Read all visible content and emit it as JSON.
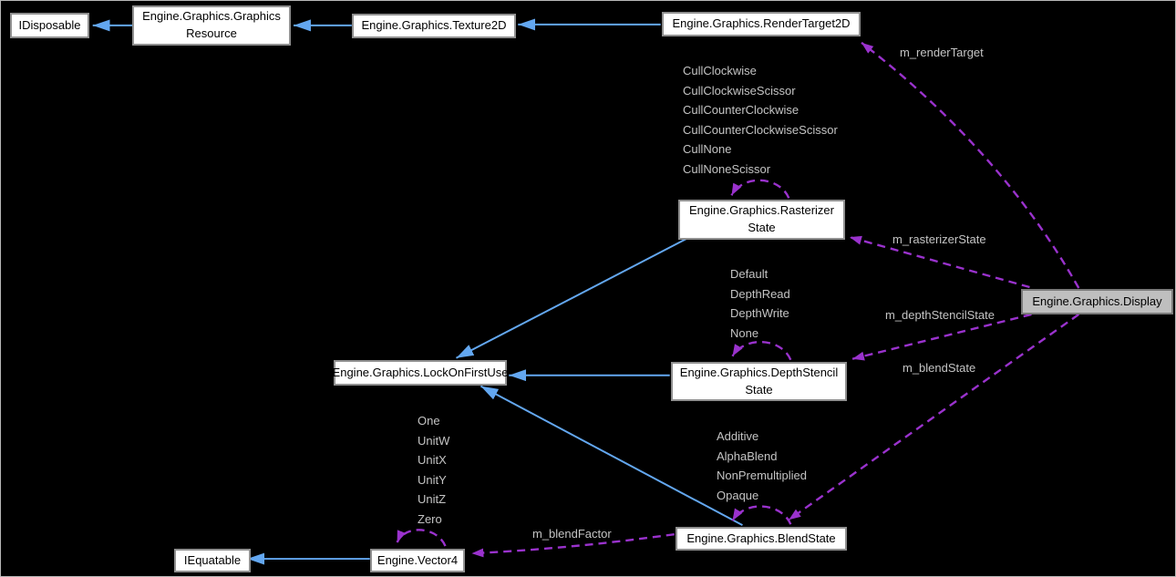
{
  "diagram": {
    "type": "collaboration-graph",
    "colors": {
      "background": "#000000",
      "frame": "#b8b8b8",
      "node_fill": "#ffffff",
      "node_border": "#909090",
      "node_text": "#000000",
      "active_node_fill": "#bfbfbf",
      "active_node_border": "#7a7a7a",
      "inheritance_edge": "#63a7f0",
      "usage_edge": "#9a32cd",
      "edge_label_text": "#c4c4c4"
    },
    "nodes": {
      "idisposable": {
        "lines": [
          "IDisposable"
        ]
      },
      "graphics_resource": {
        "lines": [
          "Engine.Graphics.Graphics",
          "Resource"
        ]
      },
      "texture2d": {
        "lines": [
          "Engine.Graphics.Texture2D"
        ]
      },
      "render_target2d": {
        "lines": [
          "Engine.Graphics.RenderTarget2D"
        ]
      },
      "rasterizer_state": {
        "lines": [
          "Engine.Graphics.Rasterizer",
          "State"
        ]
      },
      "display": {
        "lines": [
          "Engine.Graphics.Display"
        ]
      },
      "lock_on_first_use": {
        "lines": [
          "Engine.Graphics.LockOnFirstUse"
        ]
      },
      "depth_stencil_state": {
        "lines": [
          "Engine.Graphics.DepthStencil",
          "State"
        ]
      },
      "blend_state": {
        "lines": [
          "Engine.Graphics.BlendState"
        ]
      },
      "iequatable": {
        "lines": [
          "IEquatable"
        ]
      },
      "vector4": {
        "lines": [
          "Engine.Vector4"
        ]
      }
    },
    "edge_labels": {
      "render_target": "m_renderTarget",
      "rasterizer_state": "m_rasterizerState",
      "depth_stencil_state": "m_depthStencilState",
      "blend_state": "m_blendState",
      "blend_factor": "m_blendFactor"
    },
    "member_labels": {
      "rasterizer": [
        "CullClockwise",
        "CullClockwiseScissor",
        "CullCounterClockwise",
        "CullCounterClockwiseScissor",
        "CullNone",
        "CullNoneScissor"
      ],
      "depth_stencil": [
        "Default",
        "DepthRead",
        "DepthWrite",
        "None"
      ],
      "blend": [
        "Additive",
        "AlphaBlend",
        "NonPremultiplied",
        "Opaque"
      ],
      "vector4": [
        "One",
        "UnitW",
        "UnitX",
        "UnitY",
        "UnitZ",
        "Zero"
      ]
    }
  }
}
